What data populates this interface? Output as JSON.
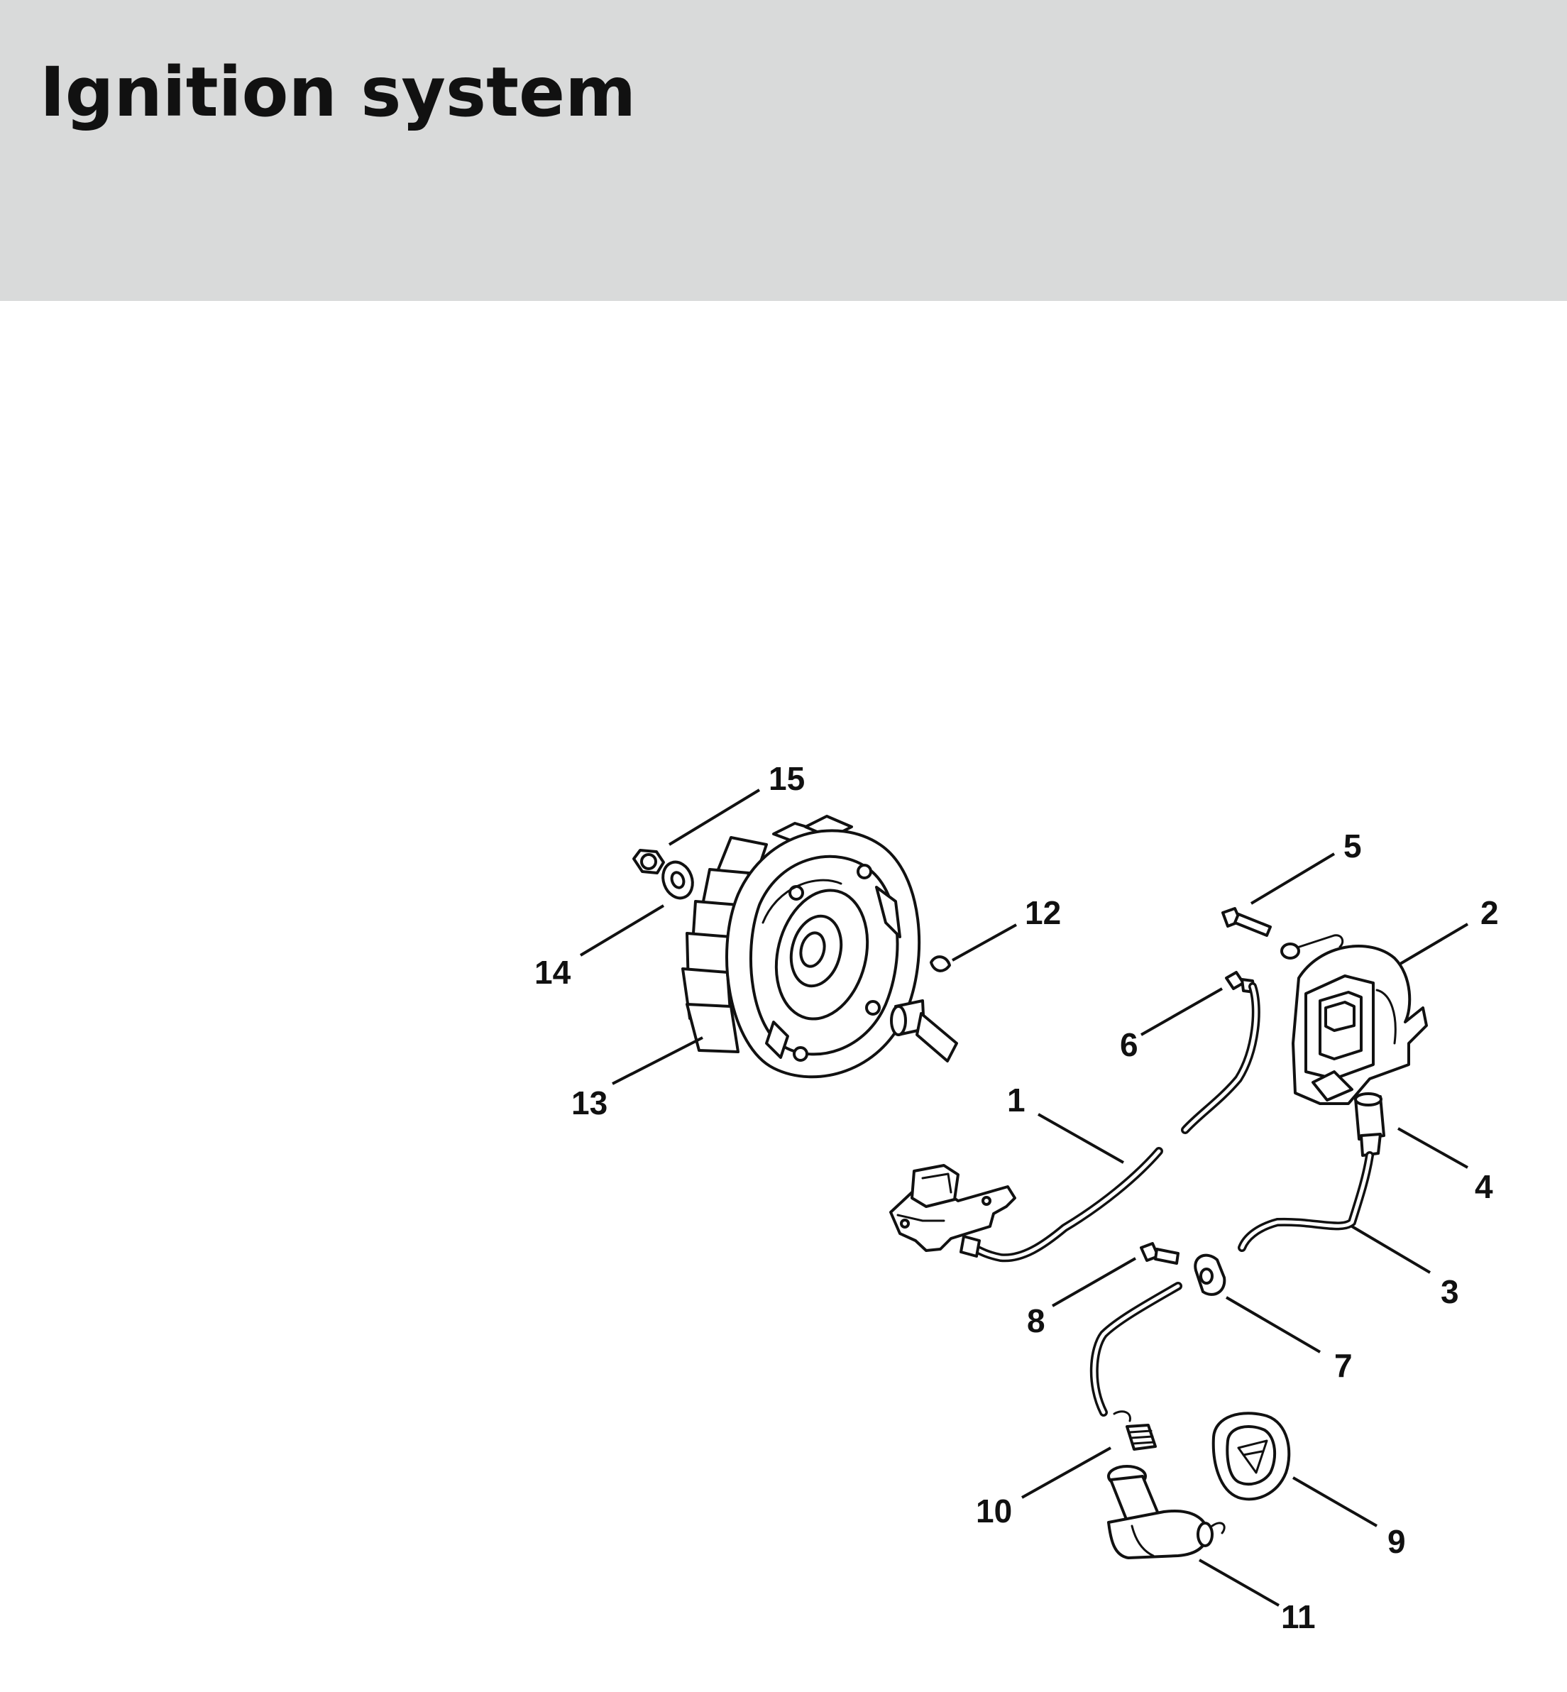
{
  "header": {
    "title": "Ignition system"
  },
  "colors": {
    "header_background": "#d9dada",
    "ink": "#111111",
    "page_background": "#ffffff"
  },
  "callouts": [
    {
      "number": "1"
    },
    {
      "number": "2"
    },
    {
      "number": "3"
    },
    {
      "number": "4"
    },
    {
      "number": "5"
    },
    {
      "number": "6"
    },
    {
      "number": "7"
    },
    {
      "number": "8"
    },
    {
      "number": "9"
    },
    {
      "number": "10"
    },
    {
      "number": "11"
    },
    {
      "number": "12"
    },
    {
      "number": "13"
    },
    {
      "number": "14"
    },
    {
      "number": "15"
    }
  ]
}
